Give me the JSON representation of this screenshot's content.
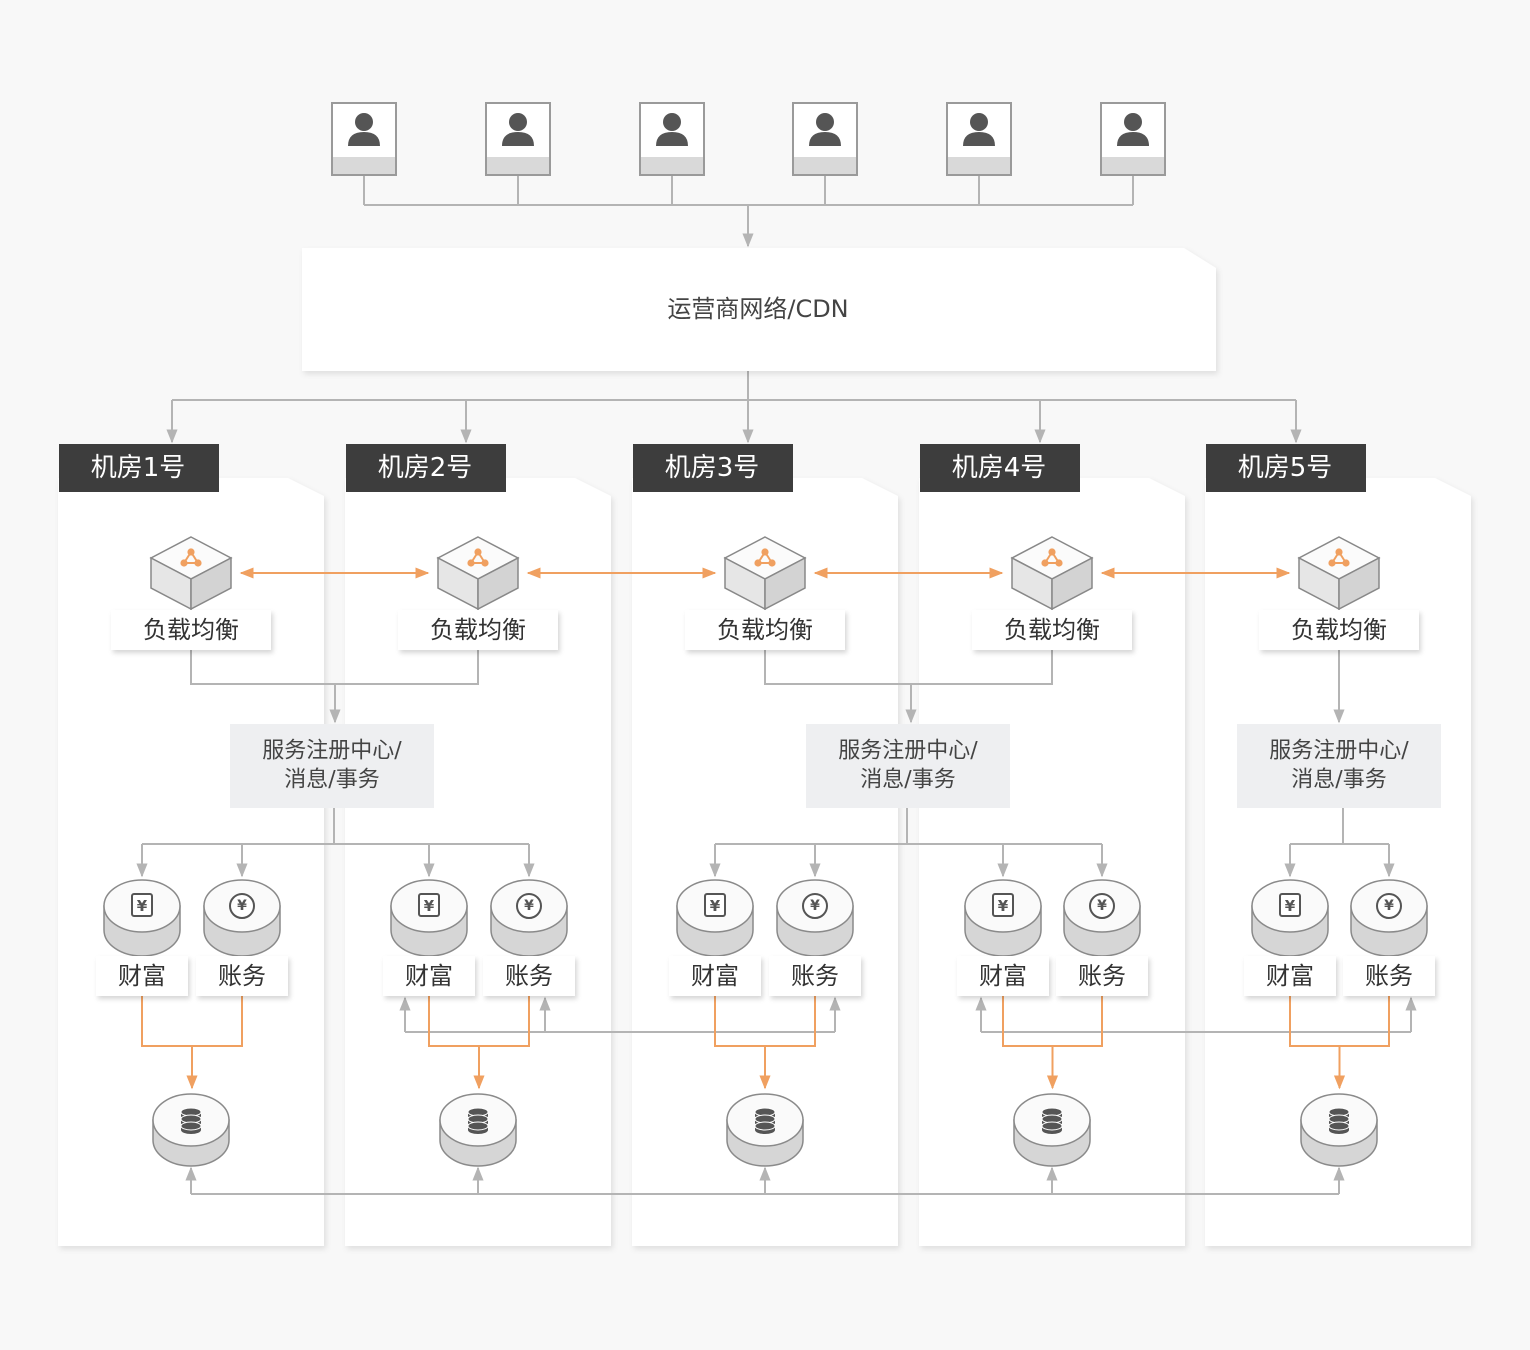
{
  "network": {
    "label": "运营商网络/CDN"
  },
  "users": [
    {
      "icon": "user-icon"
    },
    {
      "icon": "user-icon"
    },
    {
      "icon": "user-icon"
    },
    {
      "icon": "user-icon"
    },
    {
      "icon": "user-icon"
    },
    {
      "icon": "user-icon"
    }
  ],
  "rooms": [
    {
      "title": "机房1号",
      "lb_label": "负载均衡",
      "svc1_label": "财富",
      "svc2_label": "账务"
    },
    {
      "title": "机房2号",
      "lb_label": "负载均衡",
      "svc1_label": "财富",
      "svc2_label": "账务"
    },
    {
      "title": "机房3号",
      "lb_label": "负载均衡",
      "svc1_label": "财富",
      "svc2_label": "账务"
    },
    {
      "title": "机房4号",
      "lb_label": "负载均衡",
      "svc1_label": "财富",
      "svc2_label": "账务"
    },
    {
      "title": "机房5号",
      "lb_label": "负载均衡",
      "svc1_label": "财富",
      "svc2_label": "账务"
    }
  ],
  "registries": [
    {
      "line1": "服务注册中心/",
      "line2": "消息/事务"
    },
    {
      "line1": "服务注册中心/",
      "line2": "消息/事务"
    },
    {
      "line1": "服务注册中心/",
      "line2": "消息/事务"
    }
  ],
  "icons": {
    "load_balancer": "load-balancer-icon",
    "wealth": "yen-document-icon",
    "billing": "yen-coin-icon",
    "database": "database-icon"
  },
  "colors": {
    "room_header": "#3d3d3d",
    "accent": "#f0a060",
    "connector": "#b4b4b4",
    "panel": "#ffffff",
    "registry_bg": "#eeeff1",
    "icon_dark": "#555555"
  }
}
